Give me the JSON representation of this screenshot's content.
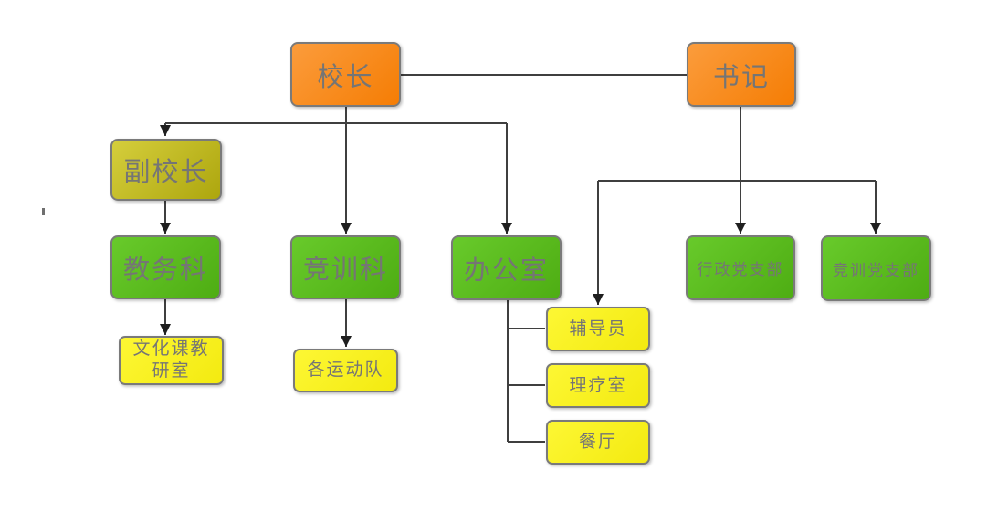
{
  "diagram": {
    "type": "org-chart",
    "nodes": [
      {
        "id": "principal",
        "label": "校长",
        "color_style": "orange"
      },
      {
        "id": "secretary",
        "label": "书记",
        "color_style": "orange"
      },
      {
        "id": "vice-principal",
        "label": "副校长",
        "color_style": "olive"
      },
      {
        "id": "academic-affairs",
        "label": "教务科",
        "color_style": "green"
      },
      {
        "id": "competition-training",
        "label": "竞训科",
        "color_style": "green"
      },
      {
        "id": "office",
        "label": "办公室",
        "color_style": "green"
      },
      {
        "id": "admin-party-branch",
        "label": "行政党支部",
        "color_style": "green"
      },
      {
        "id": "competition-party-branch",
        "label": "竞训党支部",
        "color_style": "green"
      },
      {
        "id": "culture-teaching-office",
        "label": "文化课教\n研室",
        "color_style": "yellow"
      },
      {
        "id": "sports-teams",
        "label": "各运动队",
        "color_style": "yellow"
      },
      {
        "id": "counselor",
        "label": "辅导员",
        "color_style": "yellow"
      },
      {
        "id": "physiotherapy-room",
        "label": "理疗室",
        "color_style": "yellow"
      },
      {
        "id": "canteen",
        "label": "餐厅",
        "color_style": "yellow"
      }
    ],
    "edges": [
      {
        "from": "校长",
        "to": "书记",
        "style": "plain-line"
      },
      {
        "from": "校长",
        "to": "副校长",
        "style": "arrow"
      },
      {
        "from": "校长",
        "to": "竞训科",
        "style": "arrow"
      },
      {
        "from": "校长",
        "to": "办公室",
        "style": "arrow"
      },
      {
        "from": "副校长",
        "to": "教务科",
        "style": "arrow"
      },
      {
        "from": "教务科",
        "to": "文化课教研室",
        "style": "arrow"
      },
      {
        "from": "竞训科",
        "to": "各运动队",
        "style": "arrow"
      },
      {
        "from": "书记",
        "to": "辅导员",
        "style": "arrow"
      },
      {
        "from": "书记",
        "to": "行政党支部",
        "style": "arrow"
      },
      {
        "from": "书记",
        "to": "竞训党支部",
        "style": "arrow"
      },
      {
        "from": "办公室",
        "to": "辅导员",
        "style": "plain-line"
      },
      {
        "from": "办公室",
        "to": "理疗室",
        "style": "plain-line"
      },
      {
        "from": "办公室",
        "to": "餐厅",
        "style": "plain-line"
      }
    ],
    "colors": {
      "orange_light": "#fb9c3c",
      "orange_dark": "#f57d04",
      "olive_light": "#d5ce3c",
      "olive_dark": "#ada60e",
      "green_light": "#68ca2b",
      "green_dark": "#4ead13",
      "yellow_light": "#fdf734",
      "yellow_dark": "#f3ea10",
      "node_border": "#7a7a7a",
      "node_text": "#757575",
      "connector": "#3f3f3f",
      "arrowhead": "#1f1f1f",
      "background": "#ffffff"
    }
  }
}
